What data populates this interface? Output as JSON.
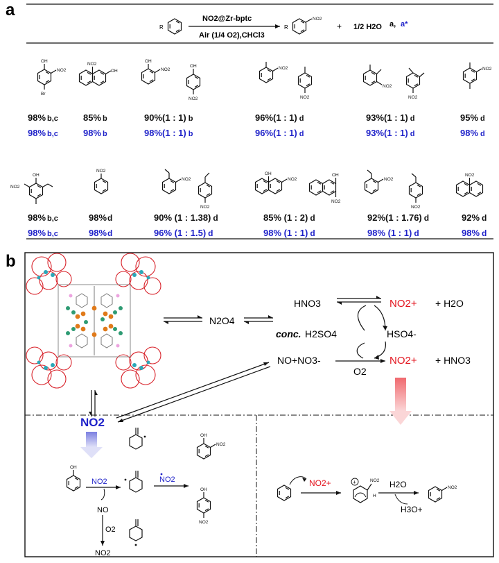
{
  "panel_a": {
    "label": "a",
    "reaction": {
      "reagent": "NO2@Zr-bptc",
      "conditions": "Air (1/4 O2),CHCl3",
      "byproduct": "1/2 H2O",
      "footnote_black": "a,",
      "footnote_blue": "a*",
      "r_label": "R"
    },
    "row1": [
      {
        "black": "98%",
        "black_sup": "b,c",
        "blue": "98%",
        "blue_sup": "b,c"
      },
      {
        "black": "85%",
        "black_sup": "b",
        "blue": "98%",
        "blue_sup": "b"
      },
      {
        "black": "90%(1 : 1)",
        "black_sup": "b",
        "blue": "98%(1 : 1)",
        "blue_sup": "b"
      },
      {
        "black": "96%(1 : 1)",
        "black_sup": "d",
        "blue": "96%(1 : 1)",
        "blue_sup": "d"
      },
      {
        "black": "93%(1 : 1)",
        "black_sup": "d",
        "blue": "93%(1 : 1)",
        "blue_sup": "d"
      },
      {
        "black": "95%",
        "black_sup": "d",
        "blue": "98%",
        "blue_sup": "d"
      }
    ],
    "row2": [
      {
        "black": "98%",
        "black_sup": "b,c",
        "blue": "98%",
        "blue_sup": "b,c"
      },
      {
        "black": "98%",
        "black_sup": "d",
        "blue": "98%",
        "blue_sup": "d"
      },
      {
        "black": "90% (1 : 1.38)",
        "black_sup": "d",
        "blue": "96% (1 : 1.5)",
        "blue_sup": "d"
      },
      {
        "black": "85% (1 : 2)",
        "black_sup": "d",
        "blue": "98% (1 : 1)",
        "blue_sup": "d"
      },
      {
        "black": "92%(1 : 1.76)",
        "black_sup": "d",
        "blue": "98% (1 : 1)",
        "blue_sup": "d"
      },
      {
        "black": "92%",
        "black_sup": "d",
        "blue": "98%",
        "blue_sup": "d"
      }
    ],
    "atom_labels": {
      "oh": "OH",
      "no2": "NO2",
      "br": "Br"
    }
  },
  "panel_b": {
    "label": "b",
    "n2o4": "N2O4",
    "hno3": "HNO3",
    "no2_plus": "NO2+",
    "plus_h2o": "+ H2O",
    "conc": "conc.",
    "h2so4": "H2SO4",
    "hso4": "HSO4-",
    "nono3": "NO+NO3-",
    "o2": "O2",
    "plus_hno3": "+ HNO3",
    "no2_big": "NO2",
    "mech_left": {
      "no2_reagent": "NO2",
      "no": "NO",
      "o2": "O2",
      "no2_out": "NO2",
      "no2_radical": "NO2"
    },
    "mech_right": {
      "no2_plus": "NO2+",
      "h2o": "H2O",
      "h3o": "H3O+"
    }
  },
  "colors": {
    "blue": "#1f22c9",
    "red": "#e3141e"
  }
}
